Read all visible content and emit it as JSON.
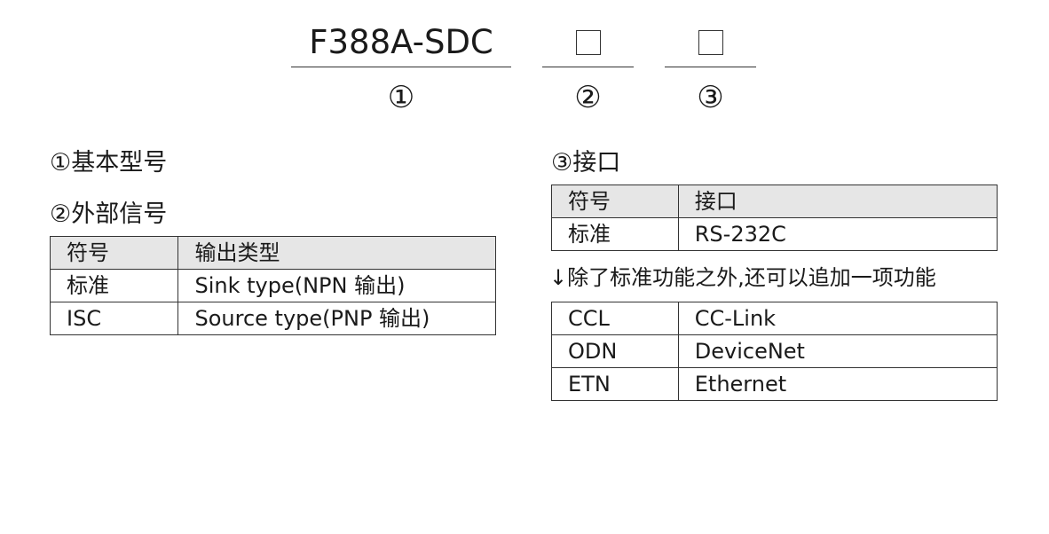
{
  "model_code": {
    "base": "F388A-SDC",
    "labels": [
      "①",
      "②",
      "③"
    ]
  },
  "section1": {
    "title": "①基本型号"
  },
  "section2": {
    "title": "②外部信号",
    "header": [
      "符号",
      "输出类型"
    ],
    "rows": [
      [
        "标准",
        "Sink type(NPN 输出)"
      ],
      [
        "ISC",
        "Source type(PNP 输出)"
      ]
    ]
  },
  "section3": {
    "title": "③接口",
    "header": [
      "符号",
      "接口"
    ],
    "rows": [
      [
        "标准",
        "RS-232C"
      ]
    ],
    "note": "↓除了标准功能之外,还可以追加一项功能",
    "options": [
      [
        "CCL",
        "CC-Link"
      ],
      [
        "ODN",
        "DeviceNet"
      ],
      [
        "ETN",
        "Ethernet"
      ]
    ]
  }
}
